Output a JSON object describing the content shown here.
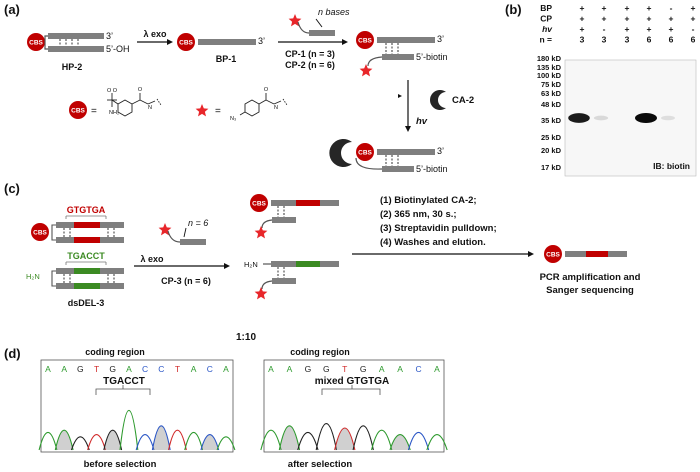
{
  "colors": {
    "strand": "#7f7f7f",
    "cbs": "#c00000",
    "red_code": "#c00000",
    "green_code": "#3b8a22",
    "star": "#e8262a"
  },
  "panels": {
    "a": "(a)",
    "b": "(b)",
    "c": "(c)",
    "d": "(d)"
  },
  "a": {
    "cbs": "CBS",
    "hp2": "HP-2",
    "bp1": "BP-1",
    "prime3": "3’",
    "prime5oh": "5’-OH",
    "prime5biotin": "5’-biotin",
    "lambda_exo": "λ exo",
    "n_bases": "n bases",
    "cp1": "CP-1 (n = 3)",
    "cp2": "CP-2 (n = 6)",
    "ca2": "CA-2",
    "hv": "hv",
    "equals": "="
  },
  "b": {
    "rows": [
      {
        "label": "BP",
        "values": [
          "+",
          "+",
          "+",
          "+",
          "-",
          "+"
        ]
      },
      {
        "label": "CP",
        "values": [
          "+",
          "+",
          "+",
          "+",
          "+",
          "+"
        ]
      },
      {
        "label": "hv",
        "values": [
          "+",
          "-",
          "+",
          "+",
          "+",
          "-"
        ]
      },
      {
        "label": "n =",
        "values": [
          "3",
          "3",
          "3",
          "6",
          "6",
          "6"
        ]
      }
    ],
    "markers": [
      "180 kD",
      "135 kD",
      "100 kD",
      "75 kD",
      "63 kD",
      "48 kD",
      "35 kD",
      "25 kD",
      "20 kD",
      "17 kD"
    ],
    "ib": "IB: biotin",
    "band_intensity": [
      0.95,
      0.12,
      0.0,
      1.0,
      0.08,
      0.0
    ]
  },
  "c": {
    "cbs": "CBS",
    "code_red": "GTGTGA",
    "code_green": "TGACCT",
    "h2n": "H₂N",
    "dsdel": "dsDEL-3",
    "lambda_exo": "λ exo",
    "n6": "n = 6",
    "cp3": "CP-3 (n = 6)",
    "steps": [
      "(1) Biotinylated CA-2;",
      "(2) 365 nm, 30 s.;",
      "(3) Streptavidin pulldown;",
      "(4) Washes and elution."
    ],
    "pcr1": "PCR amplification and",
    "pcr2": "Sanger sequencing"
  },
  "d": {
    "ratio": "1:10",
    "coding_region": "coding region",
    "before": "before selection",
    "after": "after selection",
    "seq_before": "TGACCT",
    "seq_after": "mixed GTGTGA",
    "bases_before": [
      "A",
      "A",
      "G",
      "T",
      "G",
      "A",
      "C",
      "C",
      "T",
      "A",
      "C",
      "A"
    ],
    "bases_after": [
      "A",
      "A",
      "G",
      "G",
      "T",
      "G",
      "A",
      "A",
      "C",
      "A"
    ]
  }
}
